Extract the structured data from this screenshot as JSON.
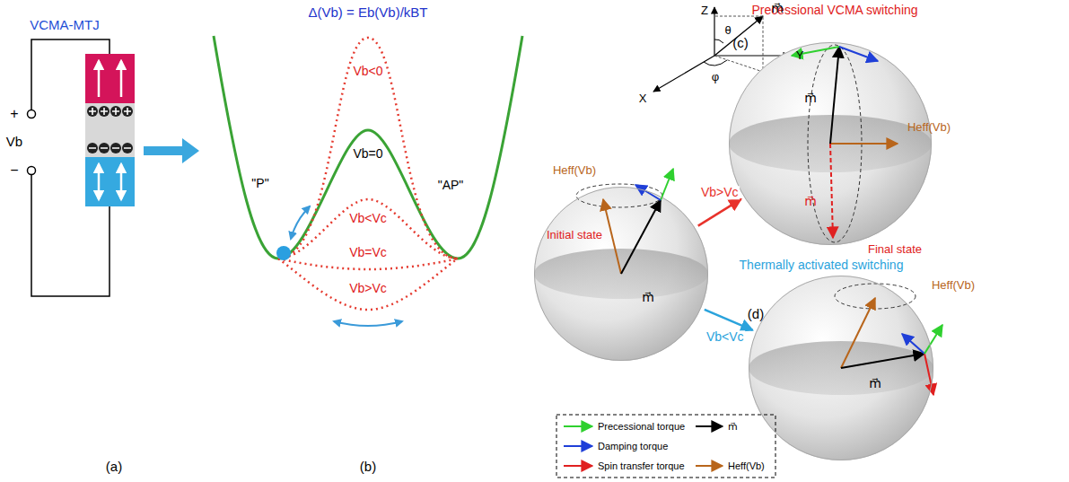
{
  "diagram": {
    "nodes": [
      {
        "text": [
          "Initial state"
        ]
      },
      {
        "text": [
          "Precessional VCMA switching",
          "Final state"
        ]
      },
      {
        "text": [
          "Thermally activated switching"
        ]
      }
    ],
    "edges": [
      {
        "from": 0,
        "to": 1,
        "arrow": "to",
        "label": "Vb>Vc"
      },
      {
        "from": 0,
        "to": 2,
        "arrow": "to",
        "label": "Vb<Vc"
      }
    ],
    "labels": [
      "VCMA-MTJ",
      "+",
      "Vb",
      "−",
      "(a)",
      "Δ(Vb) = Eb(Vb)/kBT",
      "Vb<0",
      "Vb=0",
      "\"P\"",
      "\"AP\"",
      "Vb<Vc",
      "Vb=Vc",
      "Vb>Vc",
      "(b)",
      "Z",
      "Y",
      "X",
      "θ",
      "φ",
      "m⃗",
      "Heff(Vb)",
      "m⃗",
      "(c)",
      "m⃗",
      "Heff(Vb)",
      "m⃗",
      "(d)",
      "Heff(Vb)",
      "m⃗"
    ],
    "legend": [
      {
        "text": "Precessional torque"
      },
      {
        "text": "m⃗"
      },
      {
        "text": "Damping torque"
      },
      {
        "text": "Spin transfer torque"
      },
      {
        "text": "Heff(Vb)"
      }
    ]
  }
}
